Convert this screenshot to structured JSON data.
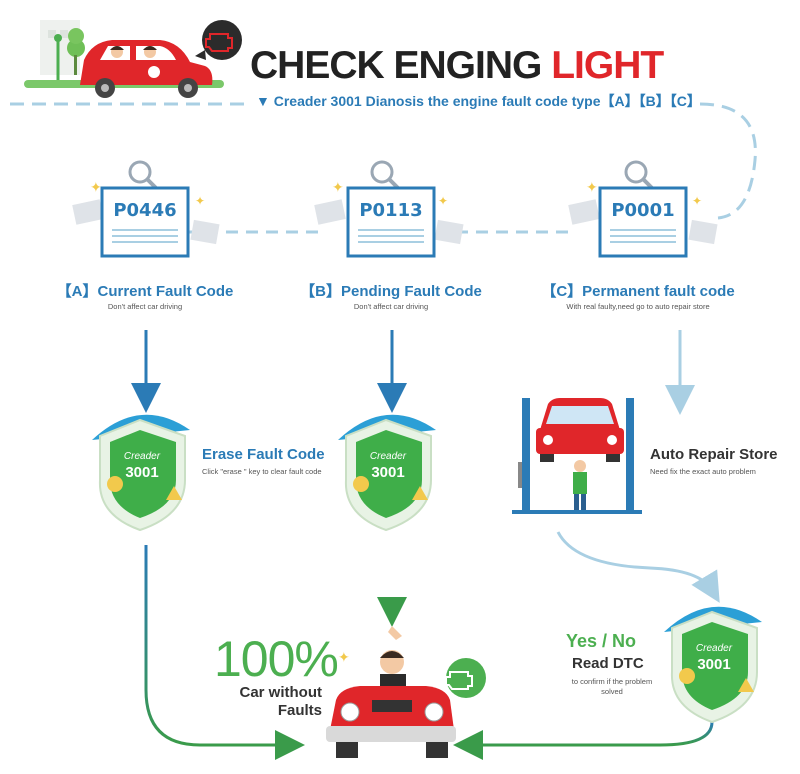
{
  "header": {
    "title_part1": "CHECK ENGING ",
    "title_part2": "LIGHT",
    "subtitle": "▼ Creader 3001 Dianosis the engine fault code type【A】【B】【C】"
  },
  "codes": [
    {
      "code": "P0446",
      "title": "【A】Current Fault Code",
      "note": "Don't affect car driving"
    },
    {
      "code": "P0113",
      "title": "【B】Pending Fault Code",
      "note": "Don't affect car driving"
    },
    {
      "code": "P0001",
      "title": "【C】Permanent fault code",
      "note": "With real faulty,need go to auto repair store"
    }
  ],
  "erase": {
    "title": "Erase Fault Code",
    "note": "Click \"erase \" key to clear fault code"
  },
  "repair": {
    "title": "Auto Repair Store",
    "note": "Need fix the exact auto problem"
  },
  "device": {
    "brand": "Creader",
    "model": "3001"
  },
  "result": {
    "percent": "100%",
    "line1": "Car without",
    "line2": "Faults"
  },
  "dtc": {
    "yesno": "Yes / No",
    "title": "Read DTC",
    "note": "to confirm if the problem solved"
  },
  "colors": {
    "blue": "#2b7bb6",
    "red": "#e0262a",
    "green": "#4caf50",
    "dark": "#222222",
    "dashed": "#a9cfe3"
  }
}
